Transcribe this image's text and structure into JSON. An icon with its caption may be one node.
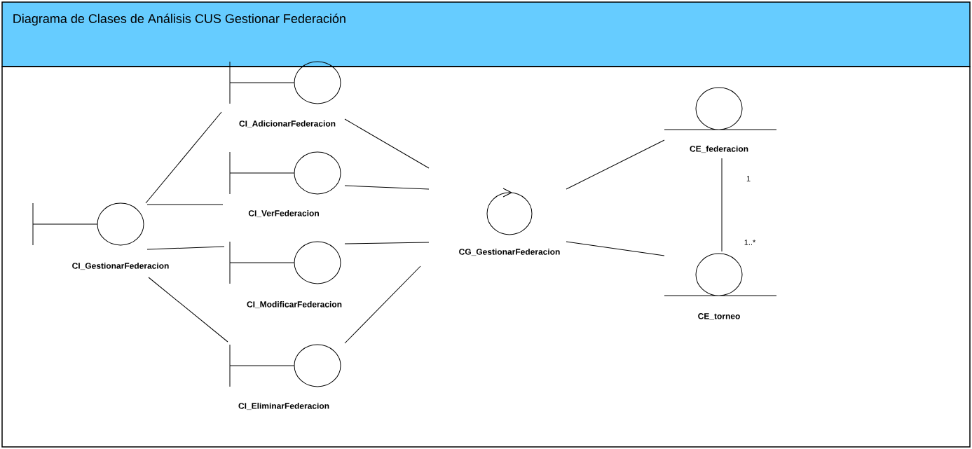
{
  "diagram": {
    "title": "Diagrama de Clases de Análisis CUS Gestionar Federación",
    "nodes": [
      {
        "text": [
          "CI_GestionarFederacion"
        ]
      },
      {
        "text": [
          "CI_AdicionarFederacion"
        ]
      },
      {
        "text": [
          "CI_VerFederacion"
        ]
      },
      {
        "text": [
          "CI_ModificarFederacion"
        ]
      },
      {
        "text": [
          "CI_EliminarFederacion"
        ]
      },
      {
        "text": [
          "CG_GestionarFederacion"
        ]
      },
      {
        "text": [
          "CE_federacion"
        ]
      },
      {
        "text": [
          "CE_torneo"
        ]
      }
    ],
    "edges": [
      {
        "from": 0,
        "to": 1,
        "arrow": "none"
      },
      {
        "from": 0,
        "to": 2,
        "arrow": "none"
      },
      {
        "from": 0,
        "to": 3,
        "arrow": "none"
      },
      {
        "from": 0,
        "to": 4,
        "arrow": "none"
      },
      {
        "from": 1,
        "to": 5,
        "arrow": "none"
      },
      {
        "from": 2,
        "to": 5,
        "arrow": "none"
      },
      {
        "from": 3,
        "to": 5,
        "arrow": "none"
      },
      {
        "from": 4,
        "to": 5,
        "arrow": "none"
      },
      {
        "from": 5,
        "to": 6,
        "arrow": "none"
      },
      {
        "from": 5,
        "to": 7,
        "arrow": "none"
      },
      {
        "from": 6,
        "to": 7,
        "arrow": "none"
      }
    ],
    "labels": [
      "1",
      "1..*"
    ]
  }
}
